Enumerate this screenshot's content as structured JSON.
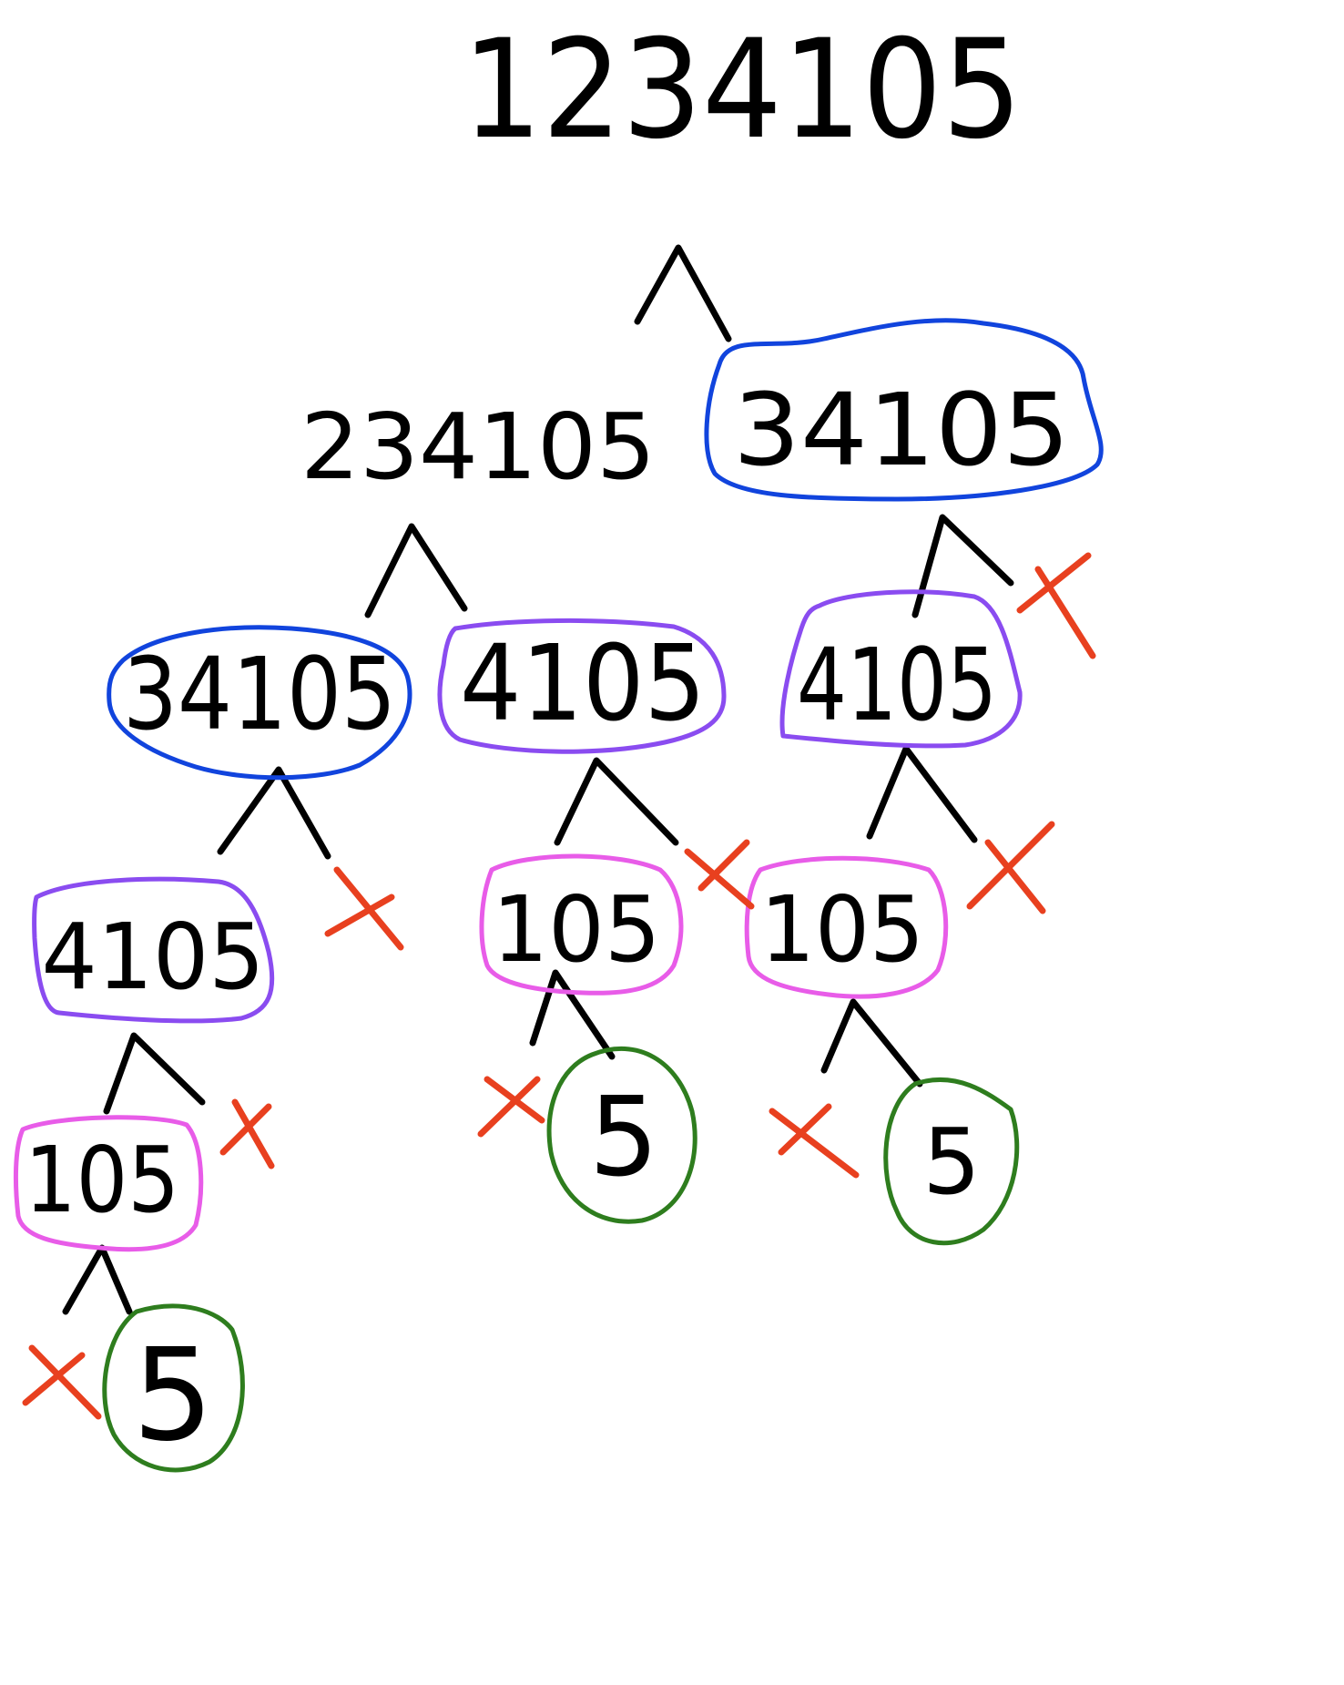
{
  "colors": {
    "blue": "#1144dd",
    "purple": "#8a4cf0",
    "magenta": "#e85ce8",
    "green": "#2e7d1e",
    "red": "#e8401f",
    "ink": "#000000"
  },
  "tree": {
    "root": "1234105",
    "level1": {
      "left": "234105",
      "right": "34105"
    },
    "level2": {
      "left": "34105",
      "middle": "4105",
      "right": "4105"
    },
    "level3": {
      "left": "4105",
      "middle": "105",
      "right": "105"
    },
    "level4": {
      "left": "105",
      "middle": "5",
      "right": "5"
    },
    "level5": {
      "left": "5"
    }
  }
}
